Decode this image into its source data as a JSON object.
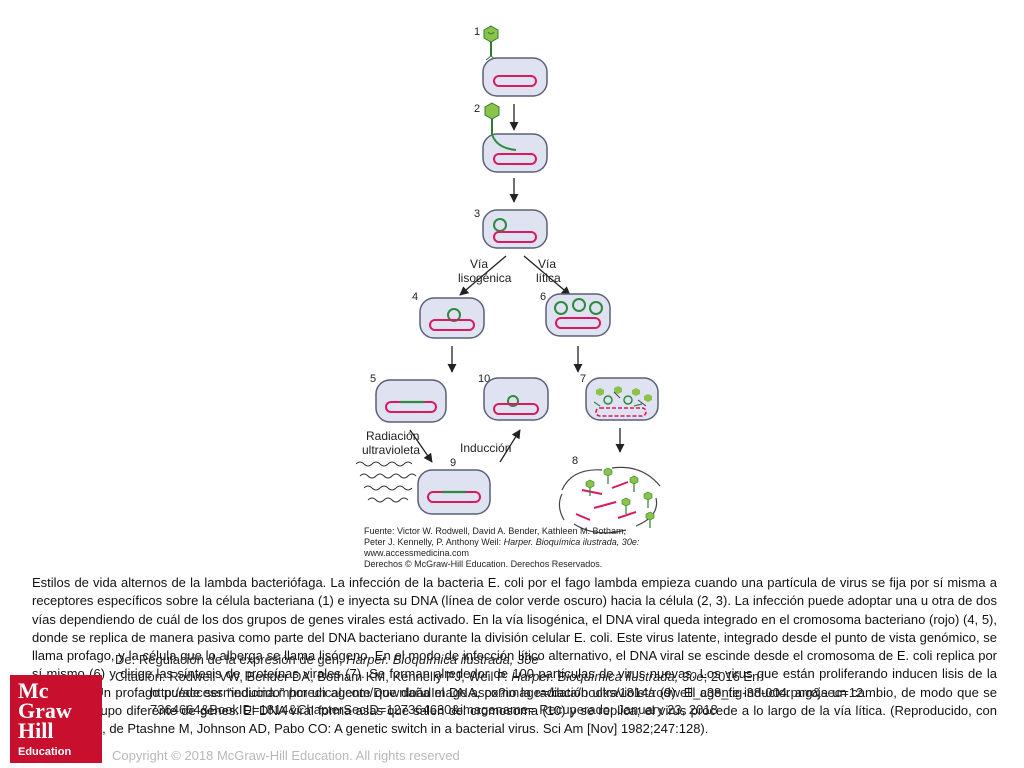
{
  "figure": {
    "steps": [
      "1",
      "2",
      "3",
      "4",
      "5",
      "6",
      "7",
      "8",
      "9",
      "10"
    ],
    "labels": {
      "lysogenic_line1": "Vía",
      "lysogenic_line2": "lisogénica",
      "lytic_line1": "Vía",
      "lytic_line2": "lítica",
      "induction": "Inducción",
      "uv_line1": "Radiación",
      "uv_line2": "ultravioleta"
    },
    "credit": {
      "line1": "Fuente: Victor W. Rodwell, David A. Bender, Kathleen M. Botham,",
      "line2_prefix": "Peter J. Kennelly, P. Anthony Weil: ",
      "line2_italic": "Harper. Bioquímica ilustrada, 30e:",
      "line3": "www.accessmedicina.com",
      "line4": "Derechos © McGraw-Hill Education. Derechos Reservados."
    },
    "colors": {
      "cell_fill": "#dfe3f1",
      "cell_border": "#5c5f78",
      "bacterial_dna": "#d81b60",
      "viral_dna": "#2e8b3e",
      "phage": "#8bc34a",
      "arrow": "#222222"
    }
  },
  "caption": {
    "text": "Estilos de vida alternos de la lambda bacteriófaga. La infección de la bacteria E. coli por el fago lambda empieza cuando una partícula de virus se fija por sí misma a receptores específicos sobre la célula bacteriana (1) e inyecta su DNA (línea de color verde oscuro) hacia la célula (2, 3). La infección puede adoptar una u otra de dos vías dependiendo de cuál de los dos grupos de genes virales está activado. En la vía lisogénica, el DNA viral queda integrado en el cromosoma bacteriano (rojo) (4, 5), donde se replica de manera pasiva como parte del DNA bacteriano durante la división celular E. coli. Este virus latente, integrado desde el punto de vista genómico, se llama profago, y la célula que lo alberga se llama lisógeno. En el modo de infección lítico alternativo, el DNA viral se escinde desde el cromosoma de E. coli replica por sí mismo (6) y dirige las síntesis de proteínas virales (7). Se forman alrededor de 100 partículas de virus nuevas. Los virus que están proliferando inducen lisis de la célula (8). Un profago puede ser “inducido” por un agente que daña el DNA, como la radiación ultravioleta (9). El agente inductor arroja un cambio, de modo que se activa un grupo diferente de genes. El DNA viral forma asas que salen del cromosoma (10) y se replica; el virus procede a lo largo de la vía lítica. (Reproducido, con autorización, de Ptashne M, Johnson AD, Pabo CO: A genetic switch in a bacterial virus. Sci Am [Nov] 1982;247:128)."
  },
  "overlay": {
    "source_prefix": "De: Regulación de la expresión de gen, ",
    "source_italic": "Harper. Bioquímica ilustrada, 30e",
    "citation_prefix": "Citación: Rodwell VW, Bender DA, Botham KM, Kennelly PJ, Weil P. ",
    "citation_italic": "Harper. Bioquímica ilustrada, 30e",
    "citation_suffix": "; 2016 En:",
    "url": "http://accessmedicina.mhmedical.com/DownloadImage.aspx?image=/data/books/1814/rodwell_c38_fig-38-004.png&sec=127364664&BookID=1814&ChapterSecID=127364630&imagename= Recuperado: January 23, 2018"
  },
  "logo": {
    "line1": "Mc",
    "line2": "Graw",
    "line3": "Hill",
    "line4": "Education"
  },
  "copyright": "Copyright © 2018 McGraw-Hill Education. All rights reserved"
}
